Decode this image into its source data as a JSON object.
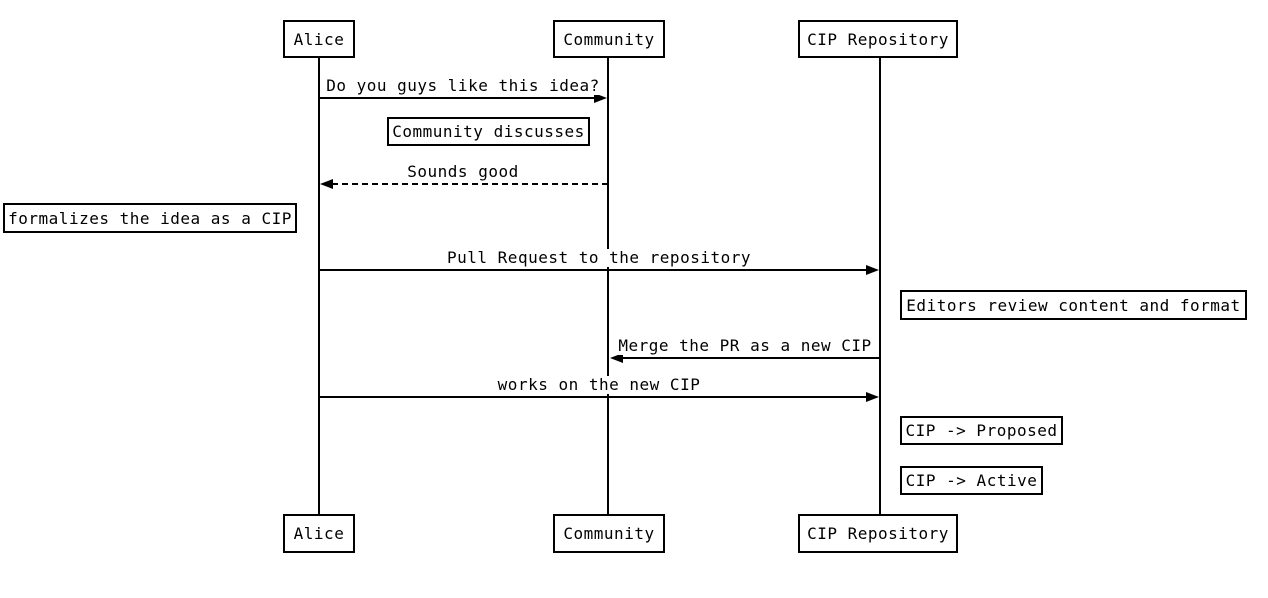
{
  "diagram": {
    "type": "sequence-diagram",
    "background_color": "#ffffff",
    "line_color": "#000000",
    "actors": [
      {
        "name": "Alice"
      },
      {
        "name": "Community"
      },
      {
        "name": "CIP Repository"
      }
    ],
    "messages": [
      {
        "from": "Alice",
        "to": "Community",
        "label": "Do you guys like this idea?",
        "line_style": "solid"
      },
      {
        "from": "Community",
        "to": "Alice",
        "label": "Sounds good",
        "line_style": "dashed"
      },
      {
        "from": "Alice",
        "to": "CIP Repository",
        "label": "Pull Request to the repository",
        "line_style": "solid"
      },
      {
        "from": "CIP Repository",
        "to": "Community",
        "label": "Merge the PR as a new CIP",
        "line_style": "solid"
      },
      {
        "from": "Alice",
        "to": "CIP Repository",
        "label": "works on the new CIP",
        "line_style": "solid"
      }
    ],
    "notes": [
      {
        "label": "Community discusses",
        "position": "over Community"
      },
      {
        "label": "formalizes the idea as a CIP",
        "position": "left of Alice"
      },
      {
        "label": "Editors review content and format",
        "position": "right of CIP Repository"
      },
      {
        "label": "CIP -> Proposed",
        "position": "right of CIP Repository"
      },
      {
        "label": "CIP -> Active",
        "position": "right of CIP Repository"
      }
    ]
  }
}
